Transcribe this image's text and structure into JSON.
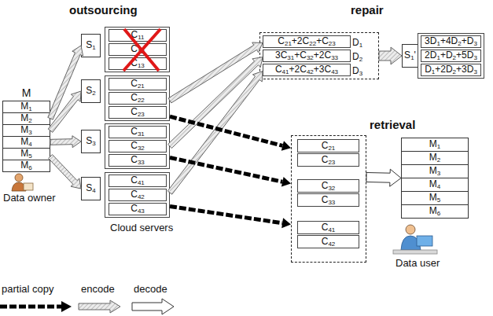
{
  "diagram": {
    "nodes": [
      {
        "text": [
          "M"
        ]
      },
      {
        "text": [
          "M1"
        ],
        "in": 0
      },
      {
        "text": [
          "M2"
        ],
        "in": 0
      },
      {
        "text": [
          "M3"
        ],
        "in": 0
      },
      {
        "text": [
          "M4"
        ],
        "in": 0
      },
      {
        "text": [
          "M5"
        ],
        "in": 0
      },
      {
        "text": [
          "M6"
        ],
        "in": 0
      },
      {
        "text": [
          "S1"
        ]
      },
      {
        "text": []
      },
      {
        "text": [
          "C11"
        ],
        "in": 8
      },
      {
        "text": [
          "C12"
        ],
        "in": 8
      },
      {
        "text": [
          "C13"
        ],
        "in": 8
      },
      {
        "text": [
          "S2"
        ]
      },
      {
        "text": []
      },
      {
        "text": [
          "C21"
        ],
        "in": 13
      },
      {
        "text": [
          "C22"
        ],
        "in": 13
      },
      {
        "text": [
          "C23"
        ],
        "in": 13
      },
      {
        "text": [
          "S3"
        ]
      },
      {
        "text": []
      },
      {
        "text": [
          "C31"
        ],
        "in": 18
      },
      {
        "text": [
          "C32"
        ],
        "in": 18
      },
      {
        "text": [
          "C33"
        ],
        "in": 18
      },
      {
        "text": [
          "S4"
        ]
      },
      {
        "text": []
      },
      {
        "text": [
          "C41"
        ],
        "in": 23
      },
      {
        "text": [
          "C42"
        ],
        "in": 23
      },
      {
        "text": [
          "C43"
        ],
        "in": 23
      },
      {
        "text": []
      },
      {
        "text": [
          "C21+2C22+C23",
          "D1"
        ],
        "in": 27
      },
      {
        "text": [
          "3C31+C32+2C33",
          "D2"
        ],
        "in": 27
      },
      {
        "text": [
          "C41+2C42+3C43",
          "D3"
        ],
        "in": 27
      },
      {
        "text": [
          "S1'"
        ]
      },
      {
        "text": []
      },
      {
        "text": [
          "3D1+4D2+D3"
        ],
        "in": 32
      },
      {
        "text": [
          "2D1+D2+5D3"
        ],
        "in": 32
      },
      {
        "text": [
          "D1+2D2+3D3"
        ],
        "in": 32
      },
      {
        "text": []
      },
      {
        "text": [
          "C21"
        ],
        "in": 36
      },
      {
        "text": [
          "C23"
        ],
        "in": 36
      },
      {
        "text": [
          "C32"
        ],
        "in": 36
      },
      {
        "text": [
          "C33"
        ],
        "in": 36
      },
      {
        "text": [
          "C41"
        ],
        "in": 36
      },
      {
        "text": [
          "C42"
        ],
        "in": 36
      },
      {
        "text": []
      },
      {
        "text": [
          "M1"
        ],
        "in": 43
      },
      {
        "text": [
          "M2"
        ],
        "in": 43
      },
      {
        "text": [
          "M3"
        ],
        "in": 43
      },
      {
        "text": [
          "M4"
        ],
        "in": 43
      },
      {
        "text": [
          "M5"
        ],
        "in": 43
      },
      {
        "text": [
          "M6"
        ],
        "in": 43
      }
    ],
    "edges": [
      {
        "from": 0,
        "to": 7,
        "arrow": "to"
      },
      {
        "from": 0,
        "to": 12,
        "arrow": "to"
      },
      {
        "from": 0,
        "to": 17,
        "arrow": "to"
      },
      {
        "from": 0,
        "to": 22,
        "arrow": "to"
      },
      {
        "from": 13,
        "to": 28,
        "arrow": "to"
      },
      {
        "from": 18,
        "to": 29,
        "arrow": "to"
      },
      {
        "from": 23,
        "to": 30,
        "arrow": "to"
      },
      {
        "from": 27,
        "to": 31,
        "arrow": "to"
      },
      {
        "from": 13,
        "to": 36,
        "arrow": "to"
      },
      {
        "from": 18,
        "to": 36,
        "arrow": "to"
      },
      {
        "from": 23,
        "to": 36,
        "arrow": "to"
      },
      {
        "from": 36,
        "to": 43,
        "arrow": "to"
      }
    ],
    "labels": [
      "outsourcing",
      "repair",
      "retrieval",
      "Cloud servers",
      "Data owner",
      "Data user"
    ],
    "legend": [
      {
        "text": "partial copy"
      },
      {
        "text": "encode"
      },
      {
        "text": "decode"
      }
    ]
  }
}
